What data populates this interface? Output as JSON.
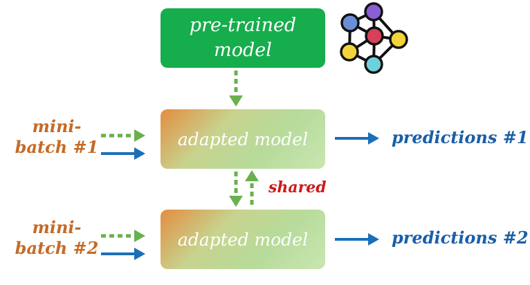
{
  "pretrained_model": {
    "line1": "pre-trained",
    "line2": "model"
  },
  "adapted_model_1": "adapted model",
  "adapted_model_2": "adapted model",
  "minibatch_1": {
    "line1": "mini-",
    "line2": "batch #1"
  },
  "minibatch_2": {
    "line1": "mini-",
    "line2": "batch #2"
  },
  "predictions_1": "predictions #1",
  "predictions_2": "predictions #2",
  "shared_label": "shared",
  "colors": {
    "pretrained_box": "#16ad4c",
    "dashed_arrow": "#6ab04c",
    "solid_arrow": "#1a6fb8",
    "minibatch_text": "#c56a26",
    "predictions_text": "#1a5ea8",
    "shared_text": "#cc1b1b",
    "network_nodes": [
      "#6a8fd8",
      "#8a5fd6",
      "#d6415a",
      "#f2d43a",
      "#6fd0dc"
    ]
  },
  "icons": {
    "network": "neural-network-icon"
  }
}
